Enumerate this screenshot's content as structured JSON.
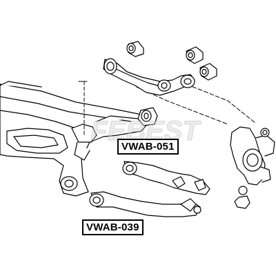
{
  "labels": {
    "part_051": "VWAB-051",
    "part_039": "VWAB-039"
  },
  "watermark": {
    "text": "FEBEST"
  },
  "colors": {
    "line": "#000000",
    "fill": "#ffffff",
    "label_border": "#000000",
    "watermark": "#c8c8c8"
  }
}
